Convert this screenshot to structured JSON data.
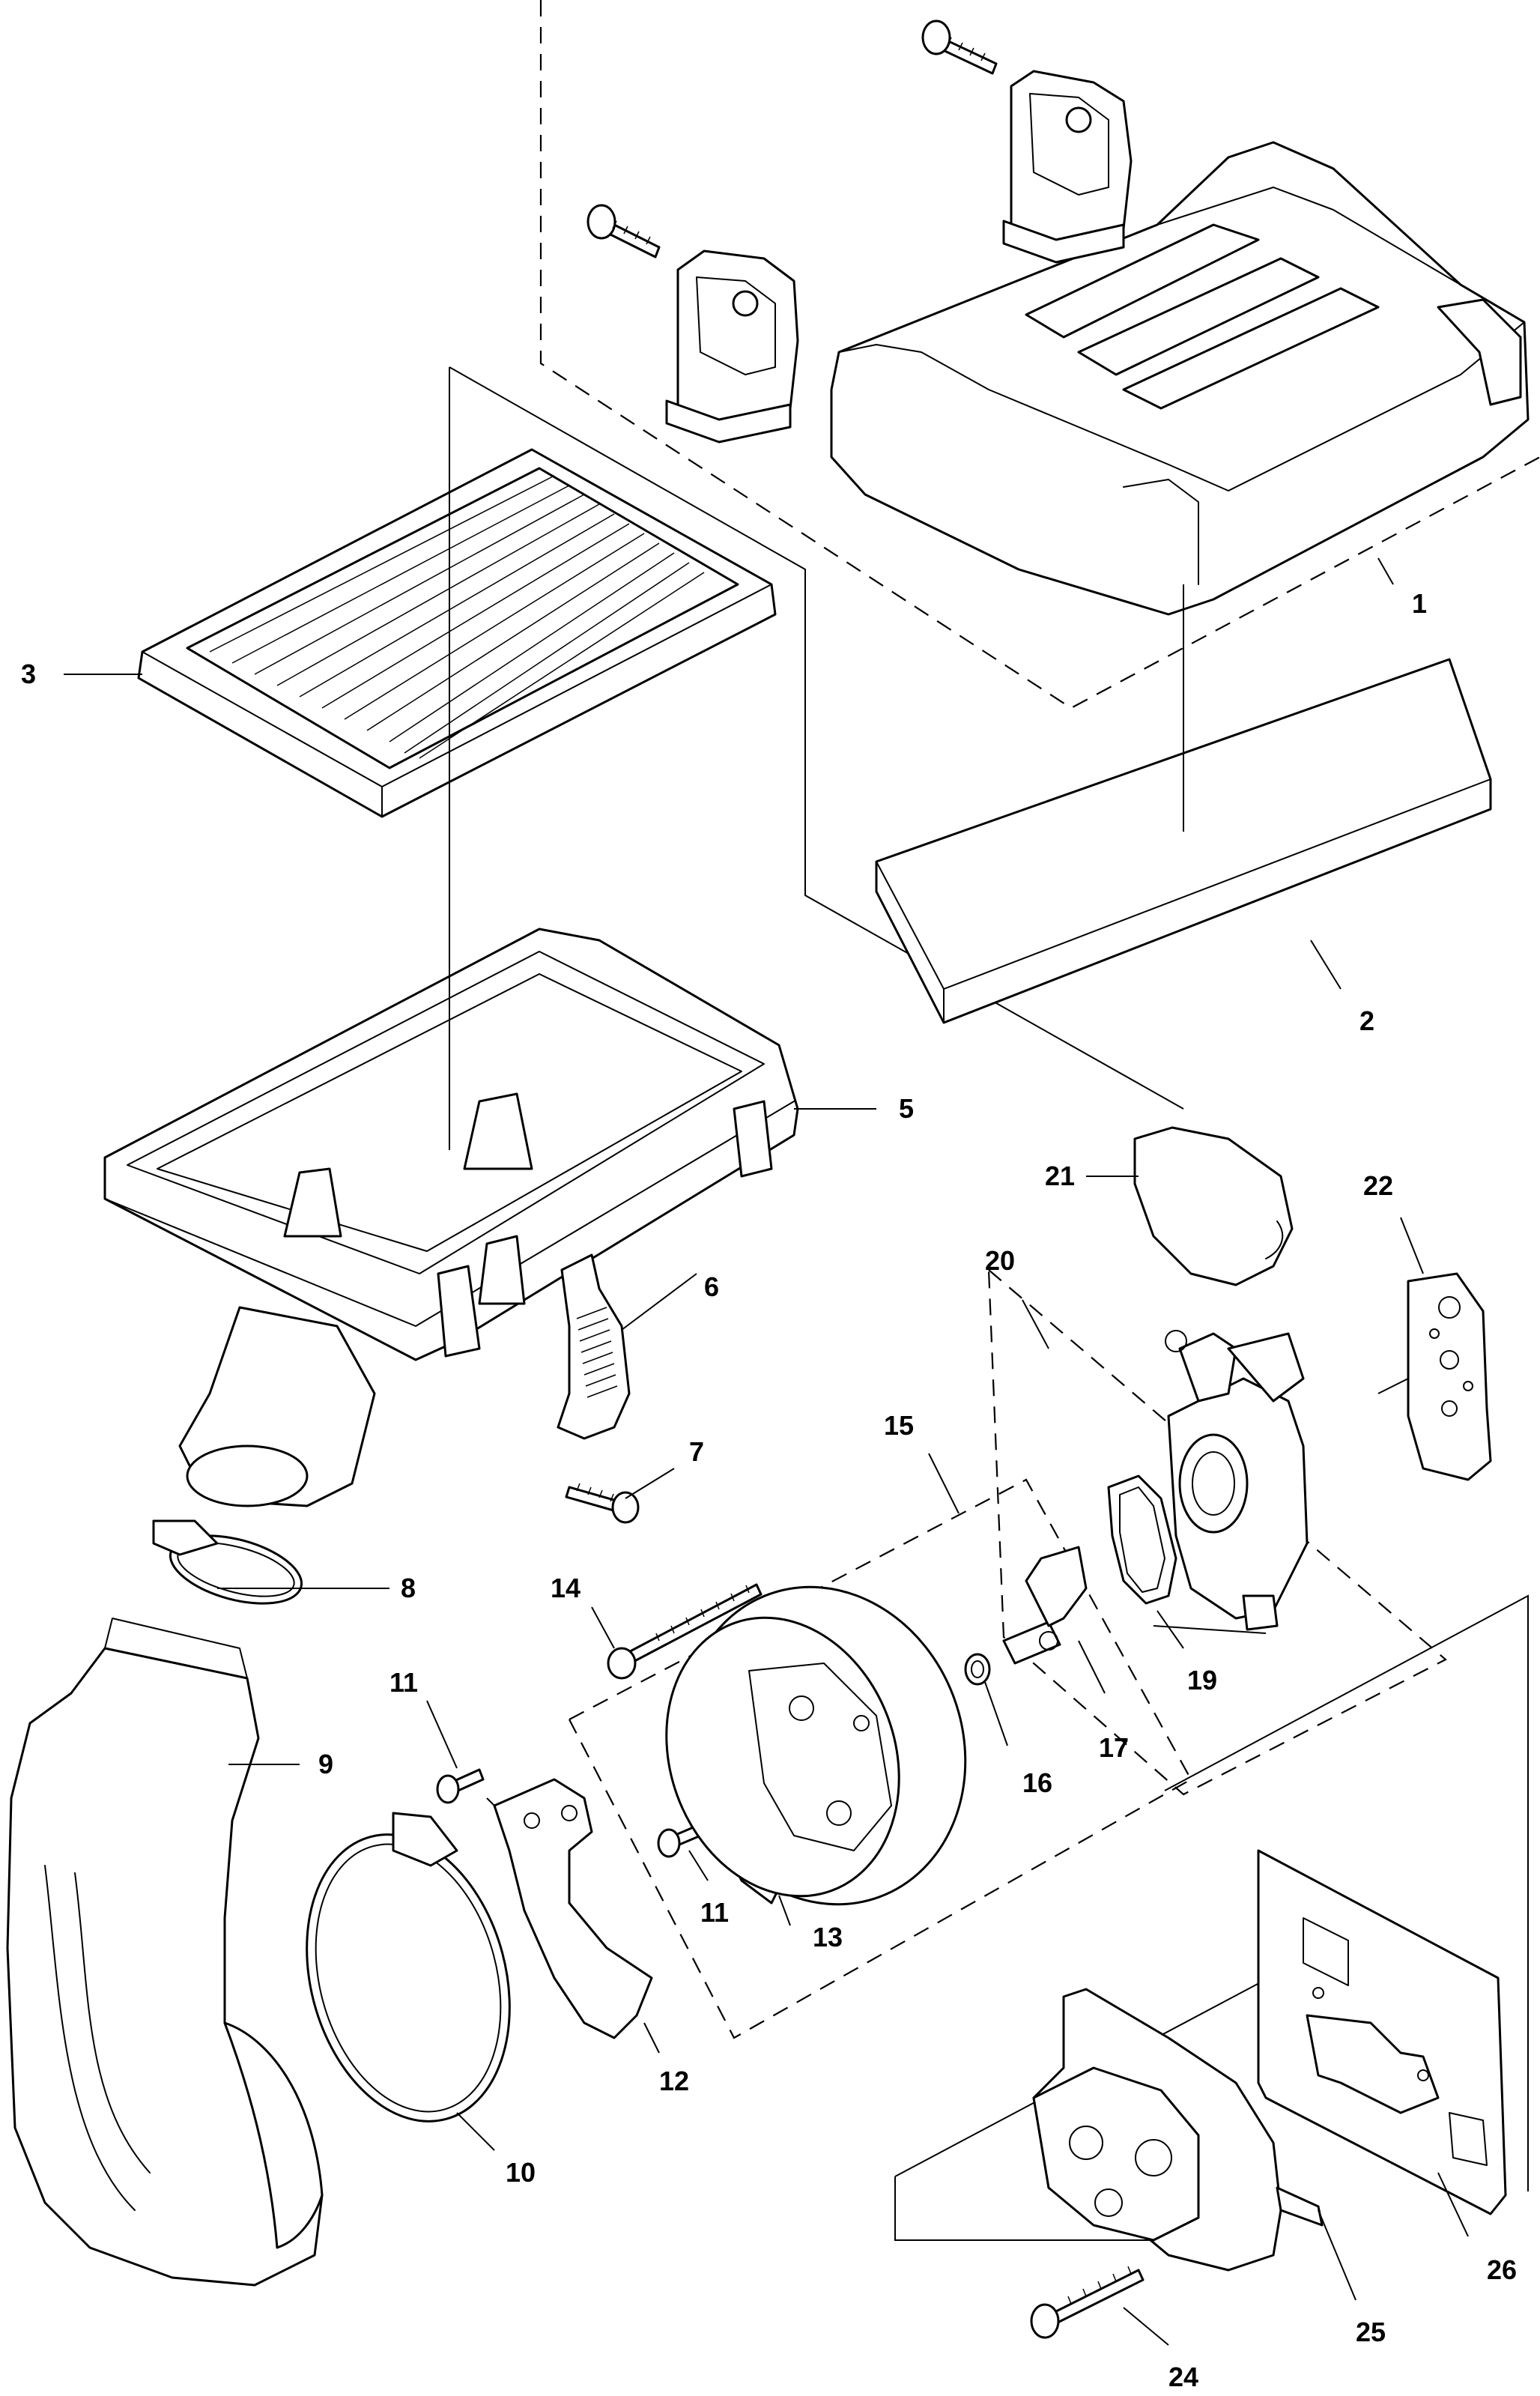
{
  "callouts": {
    "c1": "1",
    "c2": "2",
    "c3": "3",
    "c5": "5",
    "c6": "6",
    "c7": "7",
    "c8": "8",
    "c9": "9",
    "c10": "10",
    "c11a": "11",
    "c11b": "11",
    "c12": "12",
    "c13": "13",
    "c14": "14",
    "c15": "15",
    "c16": "16",
    "c17": "17",
    "c19": "19",
    "c20": "20",
    "c21": "21",
    "c22": "22",
    "c24": "24",
    "c25": "25",
    "c26": "26"
  },
  "colors": {
    "ink": "#000000",
    "paper": "#ffffff"
  }
}
